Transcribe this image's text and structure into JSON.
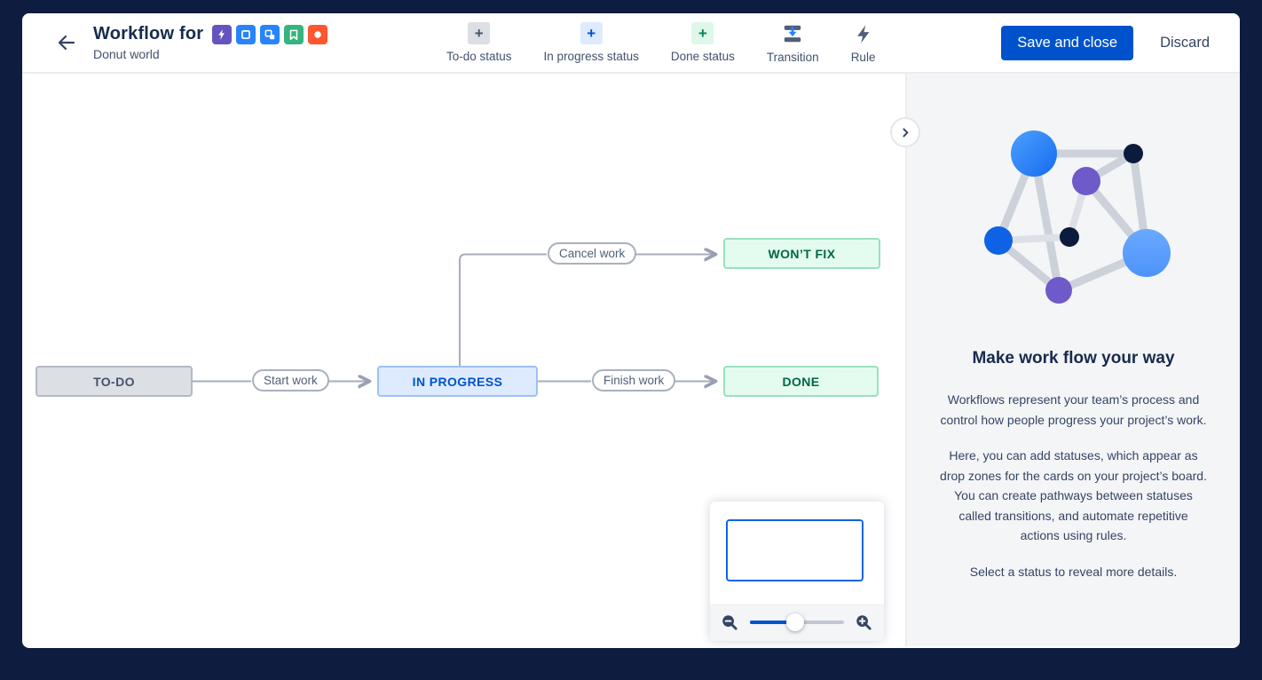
{
  "header": {
    "title": "Workflow for",
    "subtitle": "Donut world",
    "issue_types": [
      {
        "icon": "epic-icon",
        "color": "#6554C0"
      },
      {
        "icon": "task-icon",
        "color": "#2684FF"
      },
      {
        "icon": "subtask-icon",
        "color": "#2684FF"
      },
      {
        "icon": "story-icon",
        "color": "#36B37E"
      },
      {
        "icon": "bug-icon",
        "color": "#FF5630"
      }
    ],
    "toolbar": [
      {
        "label": "To-do status",
        "icon": "plus-icon"
      },
      {
        "label": "In progress status",
        "icon": "plus-icon"
      },
      {
        "label": "Done status",
        "icon": "plus-icon"
      },
      {
        "label": "Transition",
        "icon": "transition-icon"
      },
      {
        "label": "Rule",
        "icon": "lightning-icon"
      }
    ],
    "save_label": "Save and close",
    "discard_label": "Discard"
  },
  "canvas": {
    "nodes": [
      {
        "label": "TO-DO",
        "category": "todo"
      },
      {
        "label": "IN PROGRESS",
        "category": "in-progress"
      },
      {
        "label": "DONE",
        "category": "done"
      },
      {
        "label": "WON’T FIX",
        "category": "done"
      }
    ],
    "transitions": [
      {
        "label": "Start work"
      },
      {
        "label": "Cancel work"
      },
      {
        "label": "Finish work"
      }
    ],
    "minimap": {
      "slider_position": 0.48
    }
  },
  "sidebar": {
    "heading": "Make work flow your way",
    "paragraphs": [
      "Workflows represent your team’s process and control how people progress your project’s work.",
      "Here, you can add statuses, which appear as drop zones for the cards on your project’s board. You can create pathways between statuses called transitions, and automate repetitive actions using rules.",
      "Select a status to reveal more details."
    ]
  },
  "colors": {
    "accent": "#0052CC",
    "todo_bg": "#DCDFE4",
    "todo_border": "#B3B9C4",
    "todo_text": "#44546F",
    "inprogress_bg": "#DEEBFF",
    "inprogress_border": "#9DC1F4",
    "inprogress_text": "#0052CC",
    "done_bg": "#E3FCEF",
    "done_border": "#9BE0BE",
    "done_text": "#006644"
  }
}
